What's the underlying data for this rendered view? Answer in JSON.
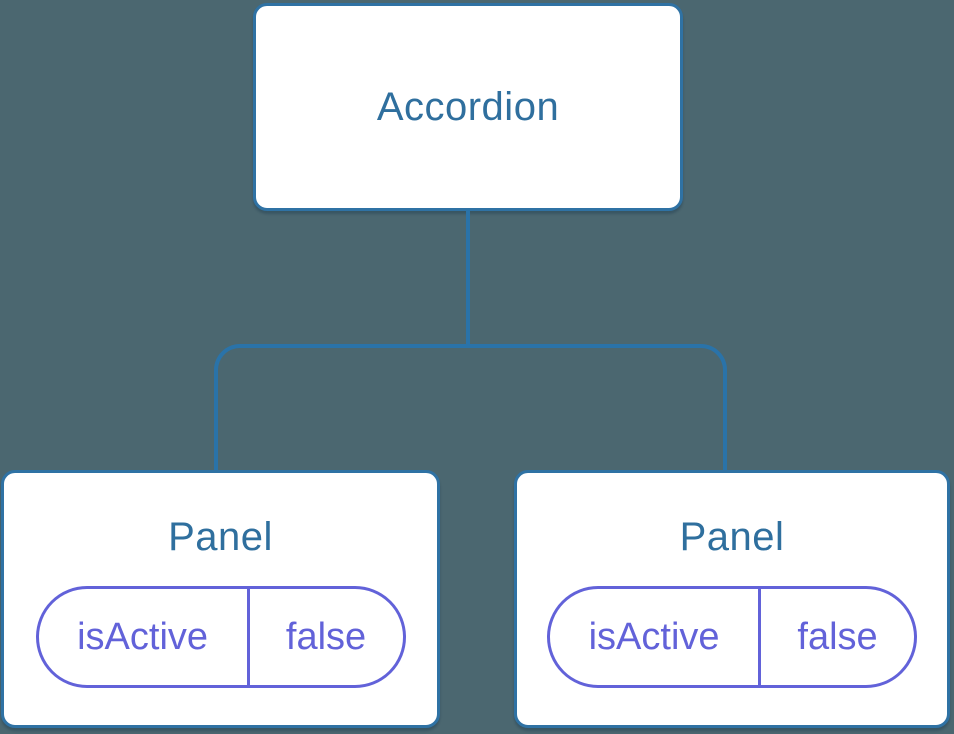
{
  "theme": {
    "bg": "#4b6770",
    "line": "#2a73a9",
    "node-border": "#2f72a4",
    "node-text": "#2f6f9e",
    "purple": "#6262d9",
    "node-bg": "#ffffff"
  },
  "tree": {
    "root": {
      "label": "Accordion"
    },
    "children": [
      {
        "label": "Panel",
        "state": {
          "name": "isActive",
          "value": "false"
        }
      },
      {
        "label": "Panel",
        "state": {
          "name": "isActive",
          "value": "false"
        }
      }
    ]
  }
}
